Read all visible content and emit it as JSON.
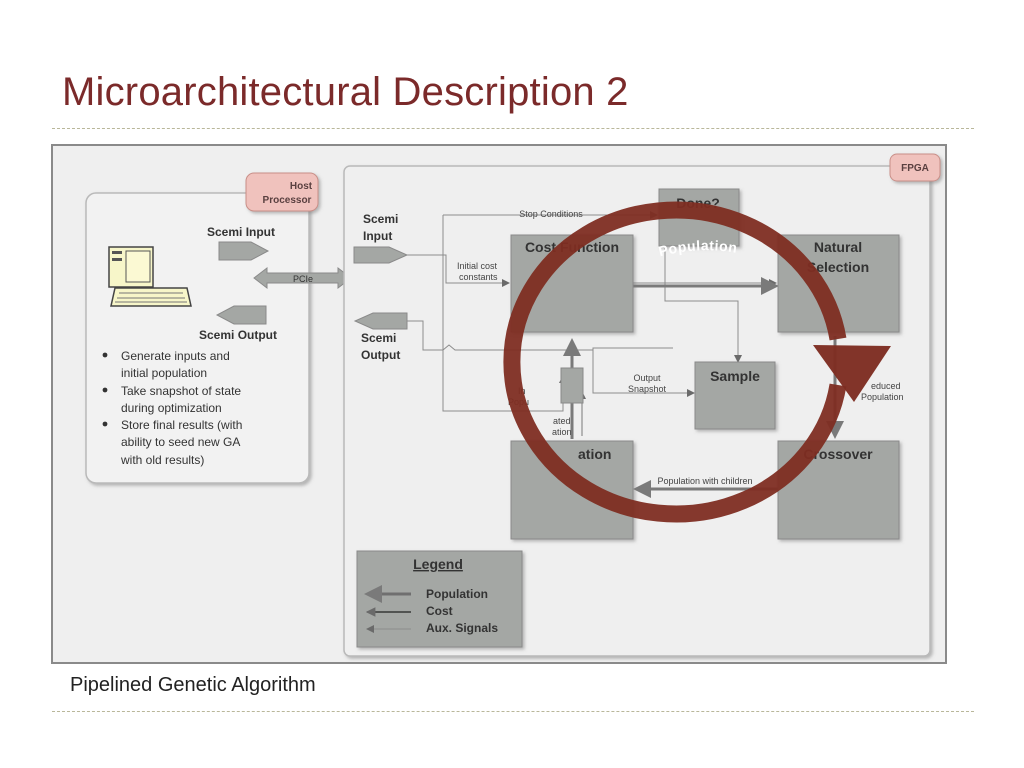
{
  "slide": {
    "title": "Microarchitectural Description 2",
    "caption": "Pipelined Genetic Algorithm"
  },
  "host": {
    "label_line1": "Host",
    "label_line2": "Processor",
    "scemi_input_label": "Scemi Input",
    "pcie_label": "PCIe",
    "scemi_output_label": "Scemi Output",
    "bullets": [
      [
        "Generate inputs and",
        "initial population"
      ],
      [
        "Take snapshot of state",
        "during optimization"
      ],
      [
        "Store final results (with",
        "ability to seed new GA",
        "with old results)"
      ]
    ]
  },
  "fpga": {
    "label": "FPGA",
    "scemi_input": [
      "Scemi",
      "Input"
    ],
    "scemi_output": [
      "Scemi",
      "Output"
    ],
    "blocks": {
      "done": "Done?",
      "cost_function": "Cost Function",
      "natural_selection": [
        "Natural",
        "Selection"
      ],
      "sample": "Sample",
      "mutation_partial": "ation",
      "crossover": "Crossover"
    },
    "signals": {
      "stop_conditions": "Stop Conditions",
      "initial_cost": [
        "Initial cost",
        "constants"
      ],
      "output_snapshot": [
        "Output",
        "Snapshot"
      ],
      "initial_population_partial": [
        "In",
        "Popu"
      ],
      "mutated_partial": [
        "ated",
        "ation"
      ],
      "reduced_population_partial": [
        "educed",
        "Population"
      ],
      "population_with_children": "Population with children"
    },
    "overlay_label": "Population"
  },
  "legend": {
    "title": "Legend",
    "items": [
      "Population",
      "Cost",
      "Aux. Signals"
    ]
  },
  "colors": {
    "title": "#7b2a2a",
    "ring": "#7e2d22",
    "block_fill": "#a4a7a4",
    "host_tab": "#f0c2bd"
  }
}
